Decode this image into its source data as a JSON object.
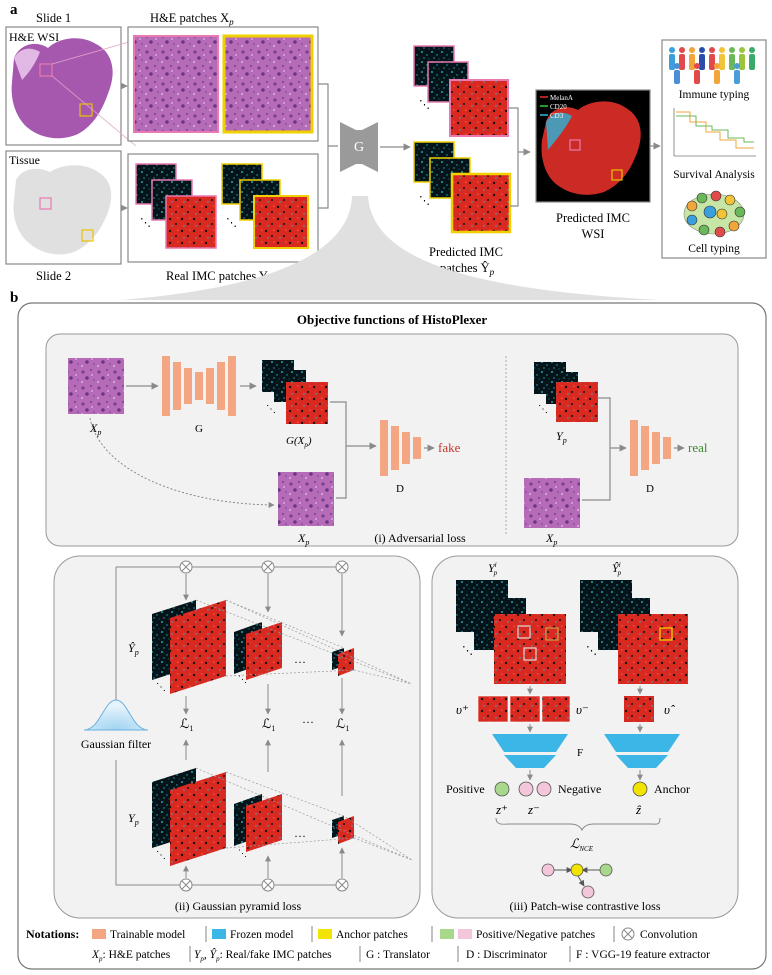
{
  "panel_a": {
    "letter": "a",
    "slide1_label": "Slide 1",
    "he_wsi_label": "H&E WSI",
    "tissue_label": "Tissue",
    "slide2_label": "Slide 2",
    "he_patches_label": "H&E patches X",
    "he_patches_sub": "p",
    "real_imc_label": "Real IMC patches Y",
    "real_imc_sub": "p",
    "generator_label": "G",
    "predicted_patches_line1": "Predicted IMC",
    "predicted_patches_line2": "patches Ŷ",
    "predicted_patches_sub": "p",
    "predicted_wsi_line1": "Predicted IMC",
    "predicted_wsi_line2": "WSI",
    "legend_markers": [
      {
        "name": "MelanA",
        "color": "#e53030"
      },
      {
        "name": "CD20",
        "color": "#33cc33"
      },
      {
        "name": "CD3",
        "color": "#33bbdd"
      }
    ],
    "applications": [
      "Immune typing",
      "Survival Analysis",
      "Cell typing"
    ]
  },
  "panel_b": {
    "letter": "b",
    "title": "Objective functions of HistoPlexer",
    "adversarial": {
      "xp_label": "X",
      "xp_sub": "p",
      "g_label": "G",
      "gxp_label": "G(X",
      "gxp_sub": "p",
      "xp2_label": "X",
      "xp2_sub": "p",
      "d_label": "D",
      "fake_label": "fake",
      "yp_label": "Y",
      "yp_sub": "p",
      "xp3_label": "X",
      "xp3_sub": "p",
      "d2_label": "D",
      "real_label": "real",
      "caption": "(i) Adversarial loss"
    },
    "pyramid": {
      "yhat_label": "Ŷ",
      "yhat_sub": "p",
      "y_label": "Y",
      "y_sub": "p",
      "l1_label": "ℒ",
      "l1_sub": "1",
      "ellipsis": "···",
      "gaussian_label": "Gaussian filter",
      "caption": "(ii) Gaussian pyramid loss"
    },
    "contrastive": {
      "ypi_label": "Y",
      "ypi_sup": "i",
      "ypi_sub": "p",
      "yhatpi_label": "Ŷ",
      "v_plus": "υ⁺",
      "v_minus": "υ⁻",
      "v_hat": "υ̂",
      "f_label": "F",
      "positive_label": "Positive",
      "negative_label": "Negative",
      "anchor_label": "Anchor",
      "z_plus": "z⁺",
      "z_minus": "z⁻",
      "z_hat": "ẑ",
      "nce_label": "ℒ",
      "nce_sub": "NCE",
      "caption": "(iii) Patch-wise contrastive loss"
    },
    "notations": {
      "title": "Notations:",
      "items": [
        {
          "label": "Trainable model",
          "color": "#f4a582"
        },
        {
          "label": "Frozen model",
          "color": "#3cb6e6"
        },
        {
          "label": "Anchor patches",
          "color": "#f2e400"
        },
        {
          "label": "Positive/Negative patches",
          "color": "#a8d88c",
          "color2": "#f4c6dc"
        },
        {
          "label": "Convolution",
          "color": "#888888"
        }
      ],
      "line2": [
        "X",
        "p",
        ": H&E patches",
        "Y",
        "p",
        ", Ŷ",
        "p",
        ": Real/fake IMC patches",
        "G : Translator",
        "D : Discriminator",
        "F : VGG-19 feature extractor"
      ]
    }
  }
}
